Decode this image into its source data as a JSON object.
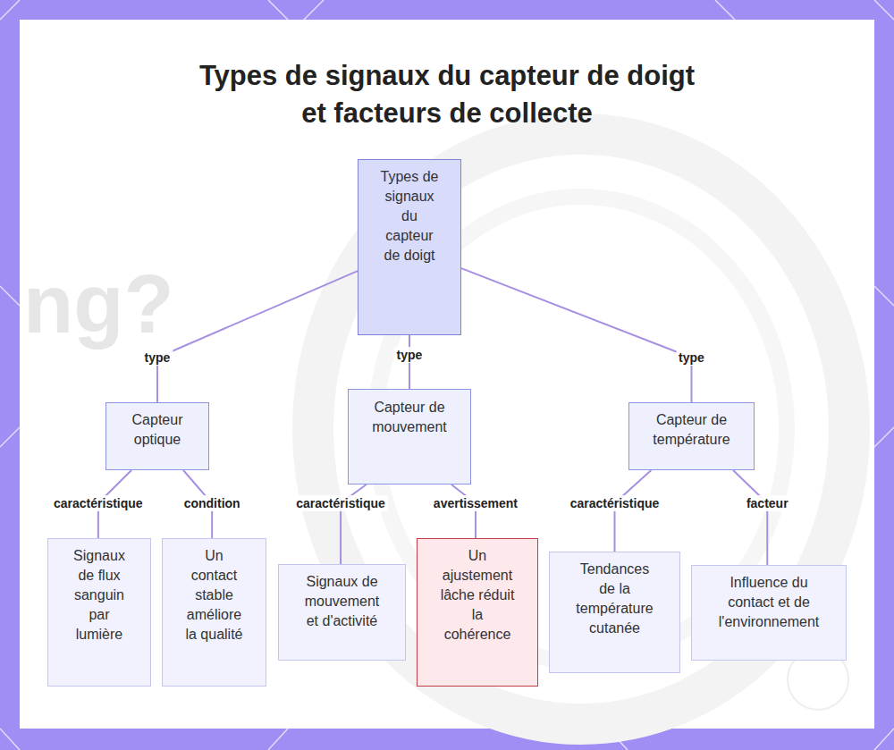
{
  "diagram": {
    "title": "Types de signaux du capteur de doigt et facteurs de collecte",
    "nodes": [
      {
        "text": [
          "Types de signaux du capteur de doigt"
        ]
      },
      {
        "text": [
          "Capteur optique"
        ]
      },
      {
        "text": [
          "Capteur de mouvement"
        ]
      },
      {
        "text": [
          "Capteur de température"
        ]
      },
      {
        "text": [
          "Signaux de flux sanguin par lumière"
        ]
      },
      {
        "text": [
          "Un contact stable améliore la qualité"
        ]
      },
      {
        "text": [
          "Signaux de mouvement et d'activité"
        ]
      },
      {
        "text": [
          "Un ajustement lâche réduit la cohérence"
        ]
      },
      {
        "text": [
          "Tendances de la température cutanée"
        ]
      },
      {
        "text": [
          "Influence du contact et de l'environnement"
        ]
      }
    ],
    "edges": [
      {
        "from": 0,
        "to": 1,
        "label": "type",
        "arrow": "none"
      },
      {
        "from": 0,
        "to": 2,
        "label": "type",
        "arrow": "none"
      },
      {
        "from": 0,
        "to": 3,
        "label": "type",
        "arrow": "none"
      },
      {
        "from": 1,
        "to": 4,
        "label": "caractéristique",
        "arrow": "none"
      },
      {
        "from": 1,
        "to": 5,
        "label": "condition",
        "arrow": "none"
      },
      {
        "from": 2,
        "to": 6,
        "label": "caractéristique",
        "arrow": "none"
      },
      {
        "from": 2,
        "to": 7,
        "label": "avertissement",
        "arrow": "none"
      },
      {
        "from": 3,
        "to": 8,
        "label": "caractéristique",
        "arrow": "none"
      },
      {
        "from": 3,
        "to": 9,
        "label": "facteur",
        "arrow": "none"
      }
    ],
    "labels": [
      "ng?"
    ]
  }
}
